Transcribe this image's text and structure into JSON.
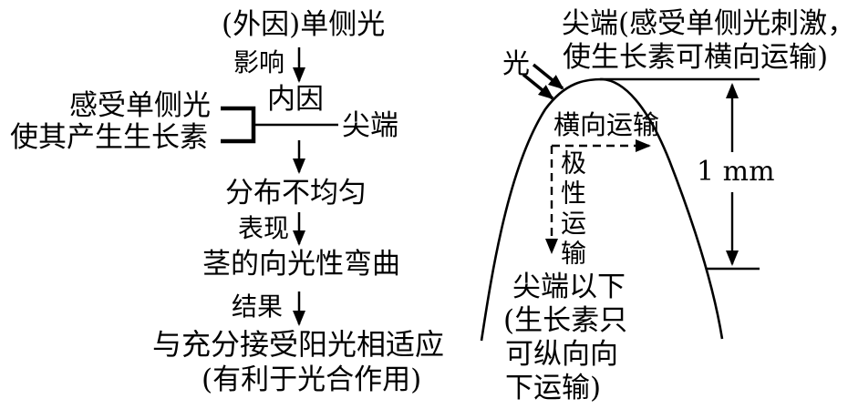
{
  "flowchart": {
    "external_factor": "(外因)单侧光",
    "influence_label": "影响",
    "internal_factor": "内因",
    "perceive_line1": "感受单侧光",
    "perceive_line2": "使其产生生长素",
    "tip_label": "尖端",
    "distribution": "分布不均匀",
    "manifestation_label": "表现",
    "bending": "茎的向光性弯曲",
    "result_label": "结果",
    "adaptation": "与充分接受阳光相适应",
    "adaptation_note": "(有利于光合作用)"
  },
  "tip_diagram": {
    "tip_caption_line1": "尖端(感受单侧光刺激，",
    "tip_caption_line2": "使生长素可横向运输)",
    "light_label": "光",
    "lateral_transport_label": "横向运输",
    "polar_transport_label": "极性运输",
    "scale_label": "1 mm",
    "below_tip_line1": "尖端以下",
    "below_tip_line2": "(生长素只",
    "below_tip_line3": "可纵向向",
    "below_tip_line4": "下运输)"
  },
  "colors": {
    "ink": "#000000",
    "background": "#ffffff"
  }
}
